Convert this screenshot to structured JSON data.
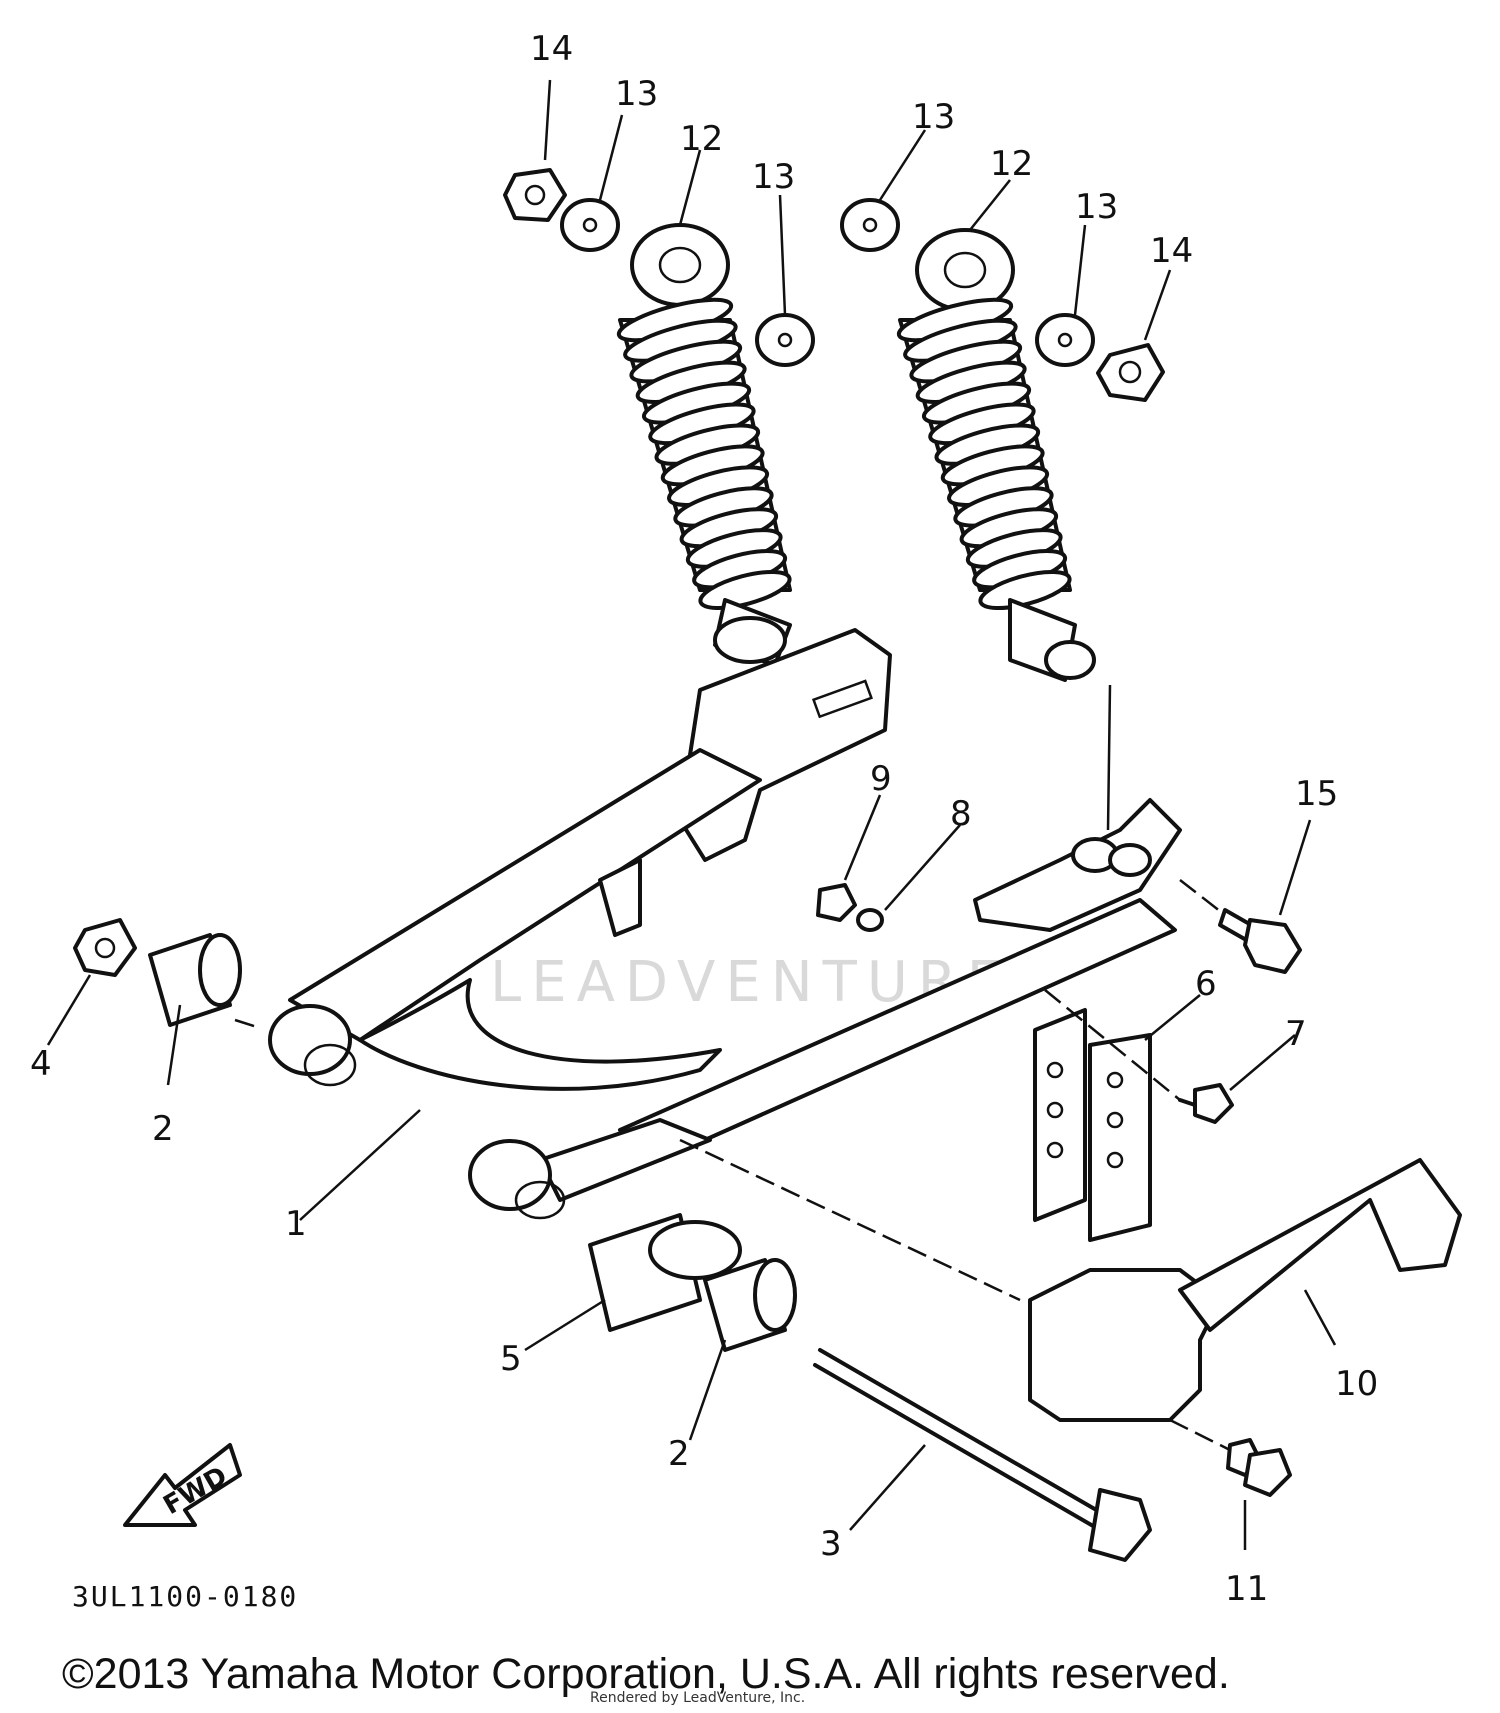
{
  "diagram": {
    "code": "3UL1100-0180",
    "direction_badge": "FWD",
    "watermark": "LEADVENTURE",
    "copyright": "©2013 Yamaha Motor Corporation, U.S.A. All rights reserved.",
    "rendered_by": "Rendered by LeadVenture, Inc.",
    "callouts": [
      "1",
      "2",
      "2",
      "3",
      "4",
      "5",
      "6",
      "7",
      "8",
      "9",
      "10",
      "11",
      "12",
      "12",
      "13",
      "13",
      "13",
      "13",
      "14",
      "14",
      "15"
    ]
  }
}
